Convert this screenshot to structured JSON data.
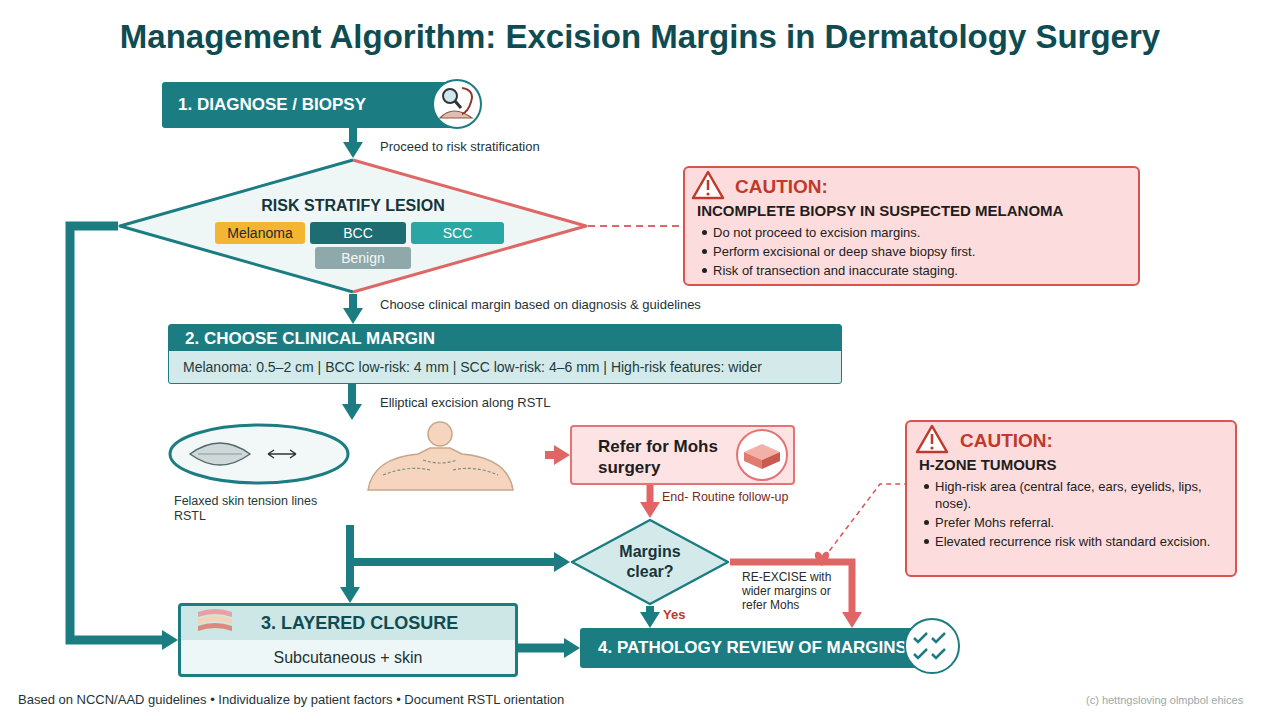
{
  "diagram": {
    "title": "Management Algorithm: Excision Margins in Dermatology Surgery",
    "nodes": [
      {
        "text": [
          "1. DIAGNOSE / BIOPSY"
        ]
      },
      {
        "text": [
          "RISK STRATIFY LESION"
        ]
      },
      {
        "text": [
          "Melanoma"
        ],
        "in": 1
      },
      {
        "text": [
          "BCC"
        ],
        "in": 1
      },
      {
        "text": [
          "SCC"
        ],
        "in": 1
      },
      {
        "text": [
          "Benign"
        ],
        "in": 1
      },
      {
        "text": [
          "CAUTION:",
          "INCOMPLETE BIOPSY IN SUSPECTED MELANOMA",
          "Do not proceed to excision margins.",
          "Perform excisional or deep shave biopsy first.",
          "Risk of transection and inaccurate staging."
        ]
      },
      {
        "text": [
          "2. CHOOSE CLINICAL MARGIN",
          "Melanoma: 0.5–2 cm | BCC low-risk: 4 mm | SCC low-risk: 4–6 mm | High-risk features: wider"
        ]
      },
      {
        "text": [
          "Felaxed skin tension lines RSTL"
        ]
      },
      {
        "text": [
          "Refer for Mohs surgery"
        ]
      },
      {
        "text": [
          "CAUTION:",
          "H-ZONE TUMOURS",
          "High-risk area (central face, ears, eyelids, lips, nose).",
          "Prefer Mohs referral.",
          "Elevated recurrence risk with standard excision."
        ]
      },
      {
        "text": [
          "Margins clear?"
        ]
      },
      {
        "text": [
          "3. LAYERED CLOSURE",
          "Subcutaneous + skin"
        ]
      },
      {
        "text": [
          "4. PATHOLOGY REVIEW OF MARGINS"
        ]
      }
    ],
    "edges": [
      {
        "from": 0,
        "to": 1,
        "label": "Proceed to risk stratification",
        "arrow": "to"
      },
      {
        "from": 1,
        "to": 6,
        "arrow": "none"
      },
      {
        "from": 1,
        "to": 7,
        "label": "Choose clinical margin based on diagnosis & guidelines",
        "arrow": "to"
      },
      {
        "from": 1,
        "to": 12,
        "arrow": "to"
      },
      {
        "from": 7,
        "to": 8,
        "label": "Elliptical excision along RSTL",
        "arrow": "to"
      },
      {
        "from": 8,
        "to": 9,
        "arrow": "to"
      },
      {
        "from": 9,
        "to": 11,
        "label": "End- Routine follow-up",
        "arrow": "to"
      },
      {
        "from": 8,
        "to": 12,
        "arrow": "to"
      },
      {
        "from": 8,
        "to": 11,
        "arrow": "to"
      },
      {
        "from": 11,
        "to": 13,
        "label": "Yes",
        "arrow": "to"
      },
      {
        "from": 11,
        "to": 13,
        "label": "RE-EXCISE with wider margins or refer Mohs",
        "arrow": "to"
      },
      {
        "from": 12,
        "to": 13,
        "arrow": "to"
      }
    ],
    "labels": [
      "Based on NCCN/AAD guidelines • Individualize by patient factors • Document RSTL orientation",
      "(c) hettngsloving olmpbol ehices"
    ]
  }
}
